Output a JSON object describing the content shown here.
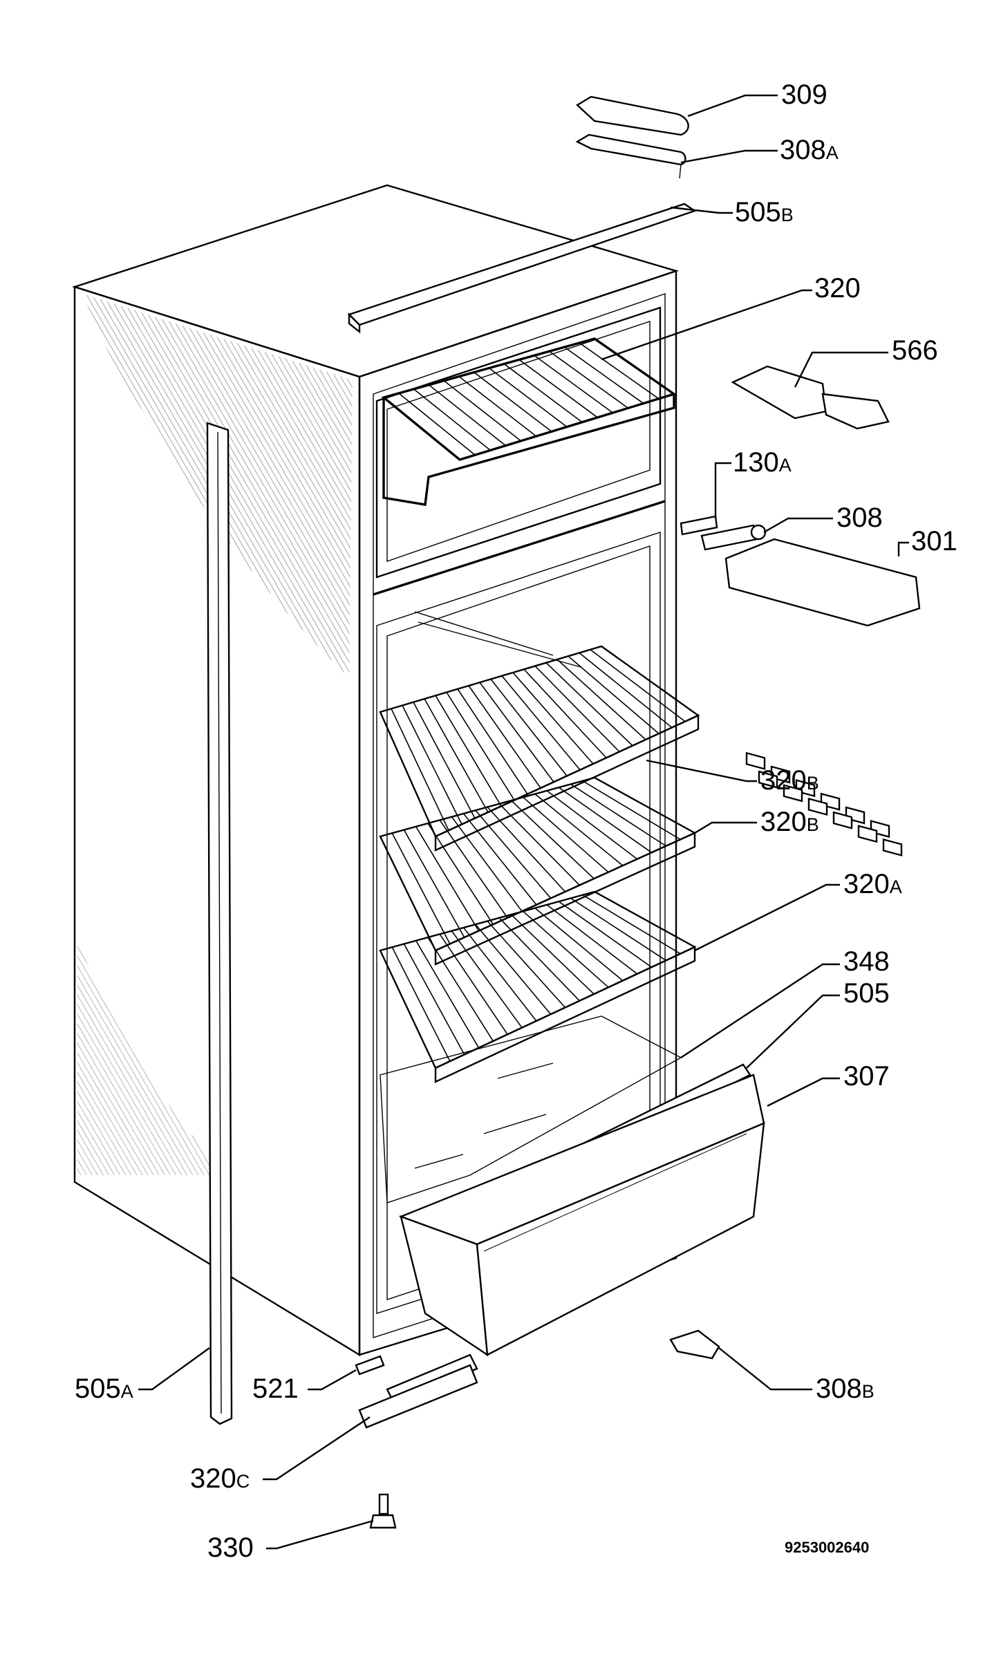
{
  "diagram": {
    "document_code": "9253002640",
    "labels": {
      "p309": {
        "num": "309",
        "suffix": ""
      },
      "p308a": {
        "num": "308",
        "suffix": "A"
      },
      "p505b": {
        "num": "505",
        "suffix": "B"
      },
      "p320": {
        "num": "320",
        "suffix": ""
      },
      "p566": {
        "num": "566",
        "suffix": ""
      },
      "p130a": {
        "num": "130",
        "suffix": "A"
      },
      "p308": {
        "num": "308",
        "suffix": ""
      },
      "p301": {
        "num": "301",
        "suffix": ""
      },
      "p320b_1": {
        "num": "320",
        "suffix": "B"
      },
      "p320b_2": {
        "num": "320",
        "suffix": "B"
      },
      "p320a": {
        "num": "320",
        "suffix": "A"
      },
      "p348": {
        "num": "348",
        "suffix": ""
      },
      "p505": {
        "num": "505",
        "suffix": ""
      },
      "p307": {
        "num": "307",
        "suffix": ""
      },
      "p505a": {
        "num": "505",
        "suffix": "A"
      },
      "p521": {
        "num": "521",
        "suffix": ""
      },
      "p308b": {
        "num": "308",
        "suffix": "B"
      },
      "p320c": {
        "num": "320",
        "suffix": "C"
      },
      "p330": {
        "num": "330",
        "suffix": ""
      }
    }
  }
}
